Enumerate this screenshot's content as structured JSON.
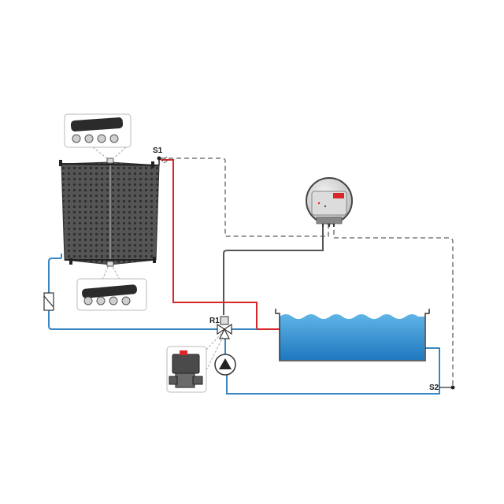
{
  "labels": {
    "sensor_collector": "S1",
    "sensor_pool": "S2",
    "valve": "R1"
  },
  "colors": {
    "hot_pipe": "#d9262b",
    "cold_pipe": "#3a86c0",
    "control_wire": "#555555",
    "sensor_wire": "#777777",
    "water": "#2f8fd0",
    "collector": "#4d4d4d"
  },
  "icons": [
    "solar-collector-icon",
    "hose-clamp-kit-icon",
    "controller-icon",
    "three-way-valve-icon",
    "pump-icon",
    "motorized-valve-icon",
    "flow-meter-icon",
    "pool-icon"
  ]
}
